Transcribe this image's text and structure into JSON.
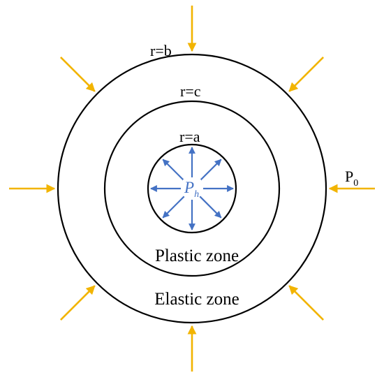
{
  "diagram": {
    "labels": {
      "outer_radius": "r=b",
      "middle_radius": "r=c",
      "inner_radius": "r=a",
      "external_pressure_base": "P",
      "external_pressure_sub": "0",
      "internal_pressure_base": "P",
      "internal_pressure_sub": "h",
      "plastic_zone": "Plastic zone",
      "elastic_zone": "Elastic zone"
    },
    "colors": {
      "boundary": "#000000",
      "external_load_arrow": "#F2B400",
      "internal_pressure_arrow": "#4472C4",
      "background": "#FFFFFF"
    },
    "external_load_arrow_count": 8,
    "internal_pressure_arrow_count": 8
  }
}
